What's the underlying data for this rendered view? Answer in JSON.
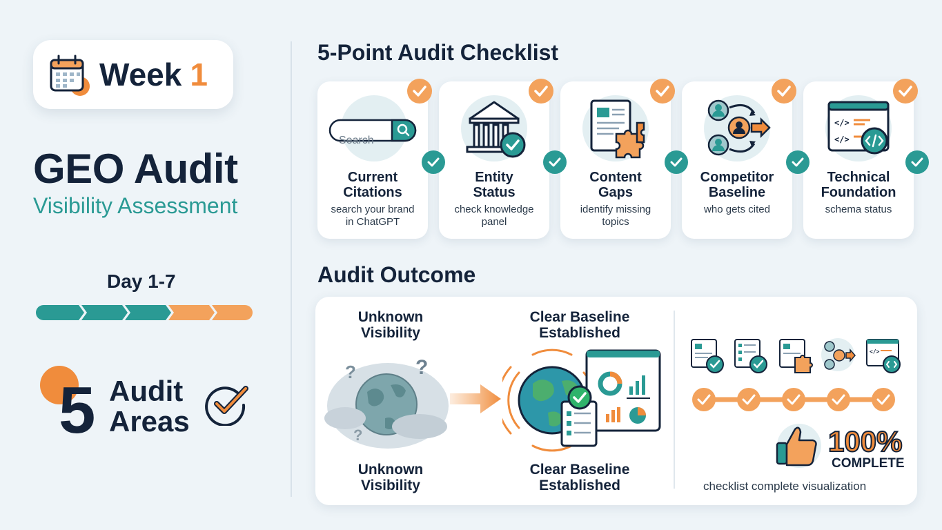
{
  "left": {
    "week_label": "Week",
    "week_number": "1",
    "title": "GEO Audit",
    "subtitle": "Visibility Assessment",
    "day_range": "Day 1-7",
    "count": "5",
    "count_label_line1": "Audit",
    "count_label_line2": "Areas",
    "progress_segments": [
      "teal",
      "teal",
      "teal",
      "orange",
      "orange"
    ]
  },
  "checklist": {
    "title": "5-Point Audit Checklist",
    "search_placeholder": "Search",
    "items": [
      {
        "title_line1": "Current",
        "title_line2": "Citations",
        "desc_line1": "search your brand",
        "desc_line2": "in ChatGPT",
        "icon": "search-icon"
      },
      {
        "title_line1": "Entity",
        "title_line2": "Status",
        "desc_line1": "check knowledge",
        "desc_line2": "panel",
        "icon": "bank-icon"
      },
      {
        "title_line1": "Content",
        "title_line2": "Gaps",
        "desc_line1": "identify missing",
        "desc_line2": "topics",
        "icon": "puzzle-document-icon"
      },
      {
        "title_line1": "Competitor",
        "title_line2": "Baseline",
        "desc_line1": "who gets cited",
        "desc_line2": "",
        "icon": "competitor-icon"
      },
      {
        "title_line1": "Technical",
        "title_line2": "Foundation",
        "desc_line1": "schema status",
        "desc_line2": "",
        "icon": "code-icon"
      }
    ]
  },
  "outcome": {
    "title": "Audit Outcome",
    "before_top_line1": "Unknown",
    "before_top_line2": "Visibility",
    "before_bottom_line1": "Unknown",
    "before_bottom_line2": "Visibility",
    "after_top_line1": "Clear Baseline",
    "after_top_line2": "Established",
    "after_bottom_line1": "Clear Baseline",
    "after_bottom_line2": "Established",
    "percent": "100%",
    "complete_label": "COMPLETE",
    "caption": "checklist complete visualization"
  },
  "colors": {
    "navy": "#14233a",
    "teal": "#2a9a94",
    "orange": "#f08c3c",
    "light_orange": "#f3a25c",
    "background": "#eef4f8"
  }
}
